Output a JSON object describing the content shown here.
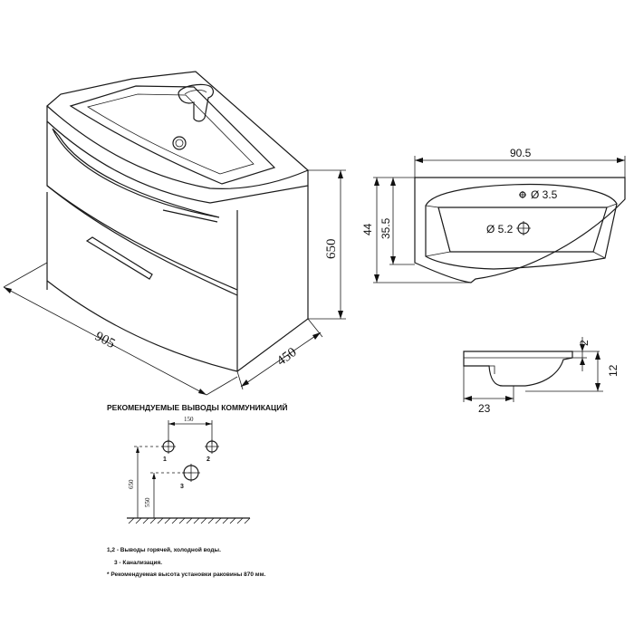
{
  "isometric": {
    "width_label": "905",
    "depth_label": "450",
    "height_label": "650"
  },
  "top_view": {
    "width_label": "90.5",
    "outer_depth_label": "44",
    "inner_depth_label": "35.5",
    "tap_hole_label": "Ø 3.5",
    "drain_hole_label": "Ø 5.2"
  },
  "section_view": {
    "rim_label": "2",
    "height_label": "12",
    "offset_label": "23"
  },
  "utilities": {
    "heading": "РЕКОМЕНДУЕМЫЕ ВЫВОДЫ КОММУНИКАЦИЙ",
    "spacing_label": "150",
    "height_650_label": "650",
    "height_550_label": "550",
    "outlet_1": "1",
    "outlet_2": "2",
    "outlet_3": "3"
  },
  "notes": [
    "1,2 - Выводы горячей, холодной воды.",
    "3 - Канализация.",
    "* Рекомендуемая высота установки раковины 870 мм."
  ]
}
